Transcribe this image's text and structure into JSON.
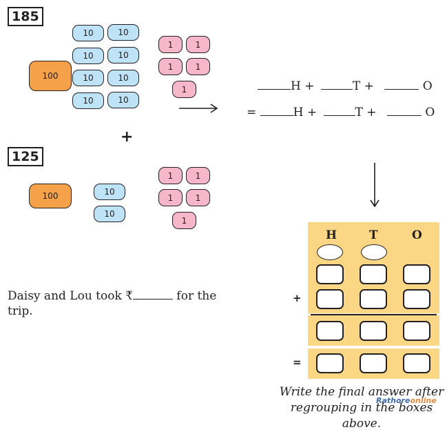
{
  "problem": {
    "number1": "185",
    "number2": "125",
    "plus": "+"
  },
  "tiles": {
    "hundred": "100",
    "ten": "10",
    "one": "1"
  },
  "equations": {
    "line1": {
      "h": "H +",
      "t": "T +",
      "o": "O"
    },
    "line2": {
      "eq": "=",
      "h": "H +",
      "t": "T +",
      "o": "O"
    }
  },
  "table": {
    "headers": [
      "H",
      "T",
      "O"
    ],
    "plus": "+",
    "equals": "=",
    "note": "Write the final answer after regrouping in the boxes above."
  },
  "story": {
    "part1": "Daisy and Lou took ₹",
    "part2": "for the",
    "part3": "trip."
  },
  "watermark": {
    "text": "Rathore online"
  },
  "colors": {
    "hundred": "#f4a14a",
    "ten": "#bfe3f6",
    "one": "#f5b7c9",
    "panel": "#fbd685"
  }
}
